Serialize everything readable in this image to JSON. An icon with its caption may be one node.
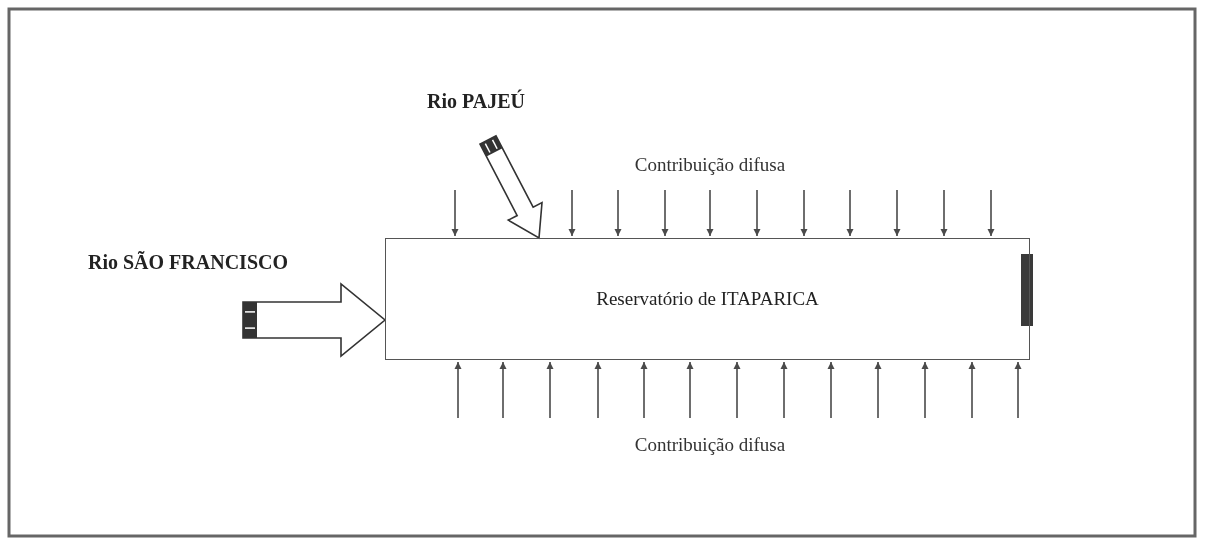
{
  "diagram": {
    "nodes": [
      {
        "text": [
          "Rio PAJEÚ"
        ]
      },
      {
        "text": [
          "Rio SÃO FRANCISCO"
        ]
      },
      {
        "text": [
          "Reservatório de ITAPARICA"
        ]
      }
    ],
    "edges": [
      {
        "from": 0,
        "to": 2,
        "arrow": "to",
        "style": "thick"
      },
      {
        "from": 1,
        "to": 2,
        "arrow": "to",
        "style": "thick"
      },
      {
        "from": null,
        "to": 2,
        "arrow": "to"
      },
      {
        "from": null,
        "to": 2,
        "arrow": "to"
      },
      {
        "from": null,
        "to": 2,
        "arrow": "to"
      },
      {
        "from": null,
        "to": 2,
        "arrow": "to"
      },
      {
        "from": null,
        "to": 2,
        "arrow": "to"
      },
      {
        "from": null,
        "to": 2,
        "arrow": "to"
      },
      {
        "from": null,
        "to": 2,
        "arrow": "to"
      },
      {
        "from": null,
        "to": 2,
        "arrow": "to"
      },
      {
        "from": null,
        "to": 2,
        "arrow": "to"
      },
      {
        "from": null,
        "to": 2,
        "arrow": "to"
      },
      {
        "from": null,
        "to": 2,
        "arrow": "to"
      },
      {
        "from": null,
        "to": 2,
        "arrow": "to"
      },
      {
        "from": null,
        "to": 2,
        "arrow": "to"
      },
      {
        "from": null,
        "to": 2,
        "arrow": "to"
      },
      {
        "from": null,
        "to": 2,
        "arrow": "to"
      },
      {
        "from": null,
        "to": 2,
        "arrow": "to"
      },
      {
        "from": null,
        "to": 2,
        "arrow": "to"
      },
      {
        "from": null,
        "to": 2,
        "arrow": "to"
      },
      {
        "from": null,
        "to": 2,
        "arrow": "to"
      },
      {
        "from": null,
        "to": 2,
        "arrow": "to"
      },
      {
        "from": null,
        "to": 2,
        "arrow": "to"
      },
      {
        "from": null,
        "to": 2,
        "arrow": "to"
      },
      {
        "from": null,
        "to": 2,
        "arrow": "to"
      },
      {
        "from": null,
        "to": 2,
        "arrow": "to"
      }
    ],
    "labels": [
      "Contribuição difusa",
      "Contribuição difusa"
    ]
  }
}
